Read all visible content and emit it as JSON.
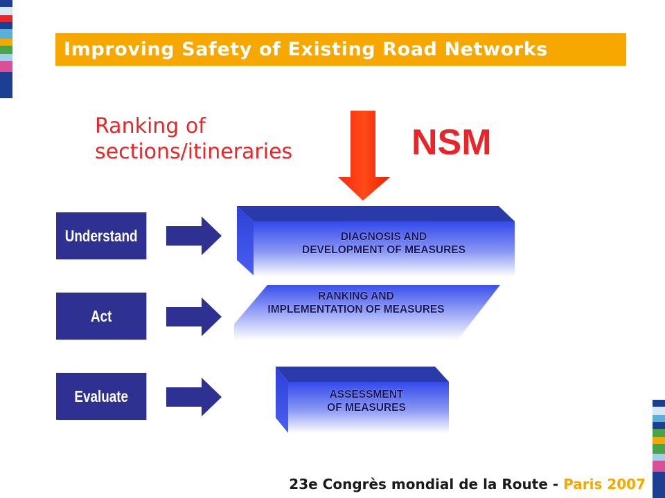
{
  "header": {
    "title": "Improving Safety of Existing Road Networks"
  },
  "ranking_text": "Ranking of\nsections/itineraries",
  "nsm_label": "NSM",
  "steps": [
    {
      "label": "Understand"
    },
    {
      "label": "Act"
    },
    {
      "label": "Evaluate"
    }
  ],
  "panels": [
    {
      "text": "DIAGNOSIS AND\nDEVELOPMENT OF MEASURES"
    },
    {
      "text": "RANKING AND\nIMPLEMENTATION OF MEASURES"
    },
    {
      "text": "ASSESSMENT\nOF MEASURES"
    }
  ],
  "footer": {
    "prefix": "23e Congrès mondial de la Route - ",
    "highlight": "Paris 2007"
  },
  "colors": {
    "title_bar": "#f6a800",
    "accent_red": "#e8262a",
    "arrow_red": "#ff3b10",
    "step_blue": "#2e3191",
    "panel_blue": "#3b4fe0",
    "panel_dark": "#2a3aa8"
  }
}
